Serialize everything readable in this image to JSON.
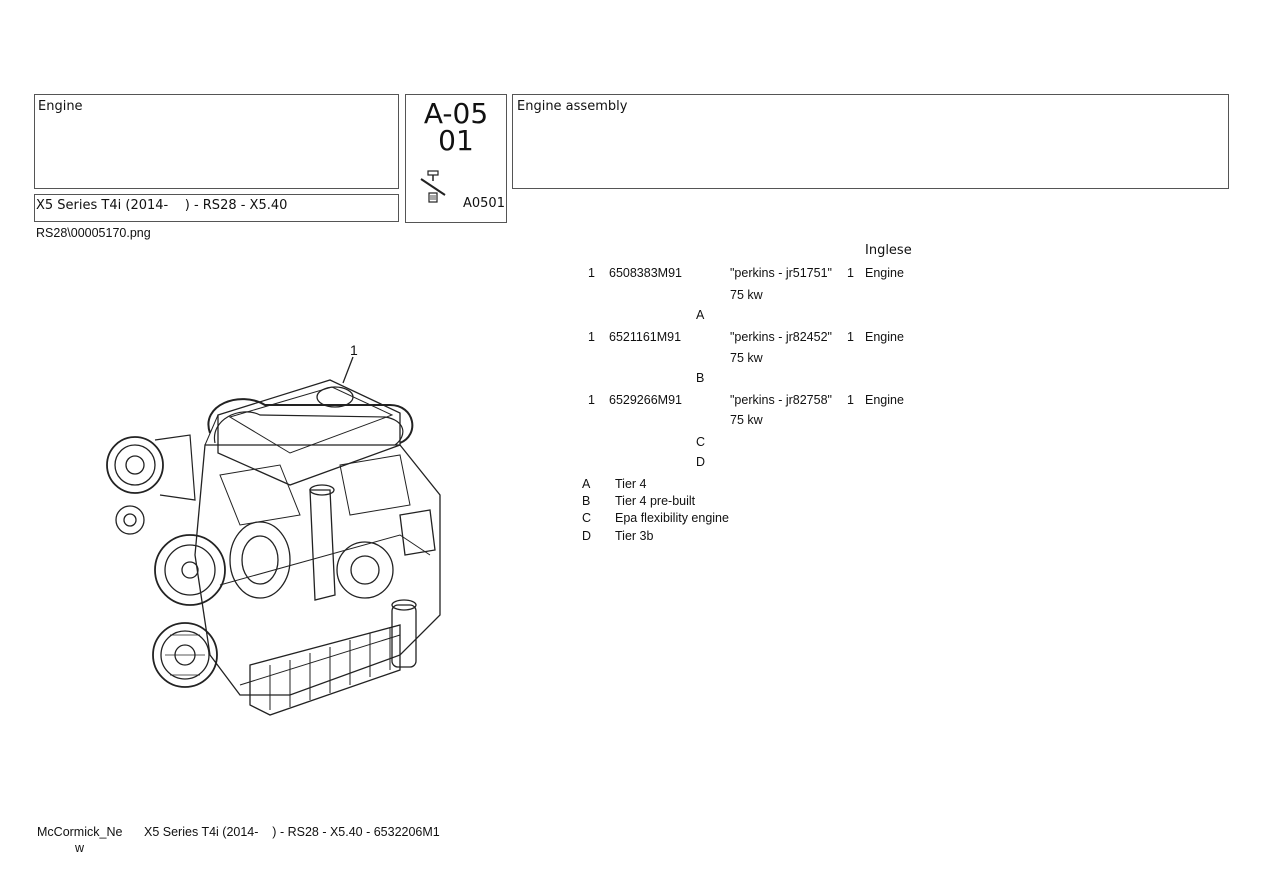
{
  "header": {
    "group_title": "Engine",
    "model_line": "X5 Series T4i (2014-    ) - RS28 - X5.40",
    "section_code_line1": "A-05",
    "section_code_line2": "01",
    "ref_code": "A0501",
    "assembly_title": "Engine assembly",
    "image_filename": "RS28\\00005170.png"
  },
  "diagram": {
    "callout": "1"
  },
  "parts_table": {
    "language_header": "Inglese",
    "rows": [
      {
        "ref": "1",
        "part_no": "6508383M91",
        "desc": "\"perkins - jr51751\"",
        "qty": "1",
        "name": "Engine",
        "spec": "75 kw",
        "note": "A"
      },
      {
        "ref": "1",
        "part_no": "6521161M91",
        "desc": "\"perkins - jr82452\"",
        "qty": "1",
        "name": "Engine",
        "spec": "75 kw",
        "note": "B"
      },
      {
        "ref": "1",
        "part_no": "6529266M91",
        "desc": "\"perkins - jr82758\"",
        "qty": "1",
        "name": "Engine",
        "spec": "75 kw",
        "note": "C",
        "note2": "D"
      }
    ]
  },
  "legend": [
    {
      "key": "A",
      "text": "Tier 4"
    },
    {
      "key": "B",
      "text": "Tier 4 pre-built"
    },
    {
      "key": "C",
      "text": "Epa flexibility engine"
    },
    {
      "key": "D",
      "text": "Tier 3b"
    }
  ],
  "footer": {
    "brand_line1": "McCormick_Ne",
    "brand_line2": "w",
    "doc_line": "X5 Series T4i (2014-    ) - RS28 - X5.40 - 6532206M1"
  }
}
